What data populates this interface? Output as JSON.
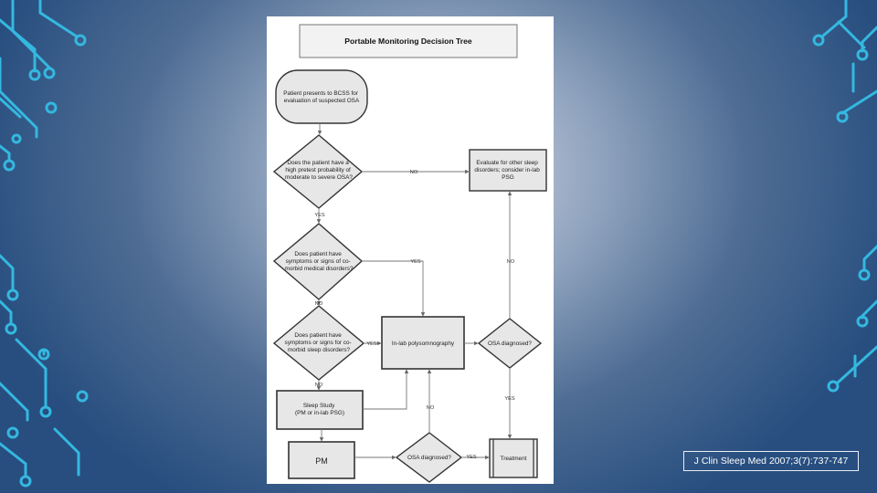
{
  "slide": {
    "citation": "J Clin Sleep Med 2007;3(7):737-747"
  },
  "diagram": {
    "title": "Portable Monitoring Decision Tree",
    "nodes": {
      "start": [
        "Patient presents to BCSS for",
        "evaluation of suspected OSA"
      ],
      "q_pretest": [
        "Does the patient have a",
        "high pretest probability of",
        "moderate to severe OSA?"
      ],
      "evaluate_other": [
        "Evaluate for other sleep",
        "disorders; consider in-lab",
        "PSG"
      ],
      "q_medical": [
        "Does patient have",
        "symptoms or signs of co-",
        "morbid medical disorders?"
      ],
      "q_sleep": [
        "Does patient have",
        "symptoms or signs for co-",
        "morbid sleep disorders?"
      ],
      "inlab_psg": [
        "In-lab polysomnography"
      ],
      "q_osa_right": [
        "OSA diagnosed?"
      ],
      "sleep_study": [
        "Sleep Study",
        "(PM or in-lab PSG)"
      ],
      "pm": [
        "PM"
      ],
      "q_osa_bottom": [
        "OSA diagnosed?"
      ],
      "treatment": [
        "Treatment"
      ]
    },
    "edge_labels": {
      "no": "NO",
      "yes": "YES"
    }
  }
}
